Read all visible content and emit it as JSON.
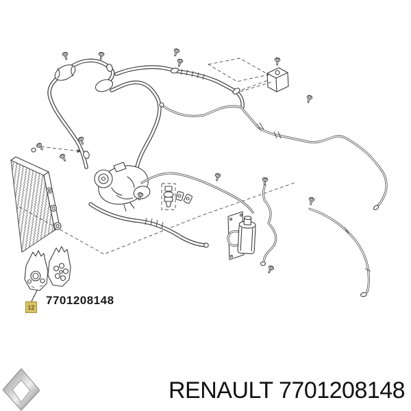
{
  "diagram": {
    "type": "exploded-parts-drawing",
    "subject": "air-conditioning-hoses-and-pipes",
    "callout": {
      "number": "12",
      "part_number": "7701208148",
      "highlight_bg": "#d9c266",
      "highlight_border": "#a68f3a"
    },
    "colors": {
      "background": "#ffffff",
      "line": "#3b3b3b",
      "text": "#1a1a1a"
    },
    "icons": {
      "condenser-icon": "hatched-parallelogram",
      "compressor-icon": "pulley-and-body-blob",
      "receiver-drier-icon": "cylinder-with-bracket",
      "ac-hose-icon": "double-line-tube-with-muffler",
      "refrigerant-pipe-icon": "thin-double-line",
      "bolt-icon": "screw-with-head",
      "parts-bag-icon": "pouch-with-orings",
      "valve-icon": "stacked-fitting",
      "renault-logo-icon": "silver-3d-diamond"
    }
  },
  "footer": {
    "brand": "RENAULT",
    "part_number": "7701208148",
    "caption": "RENAULT 7701208148"
  }
}
